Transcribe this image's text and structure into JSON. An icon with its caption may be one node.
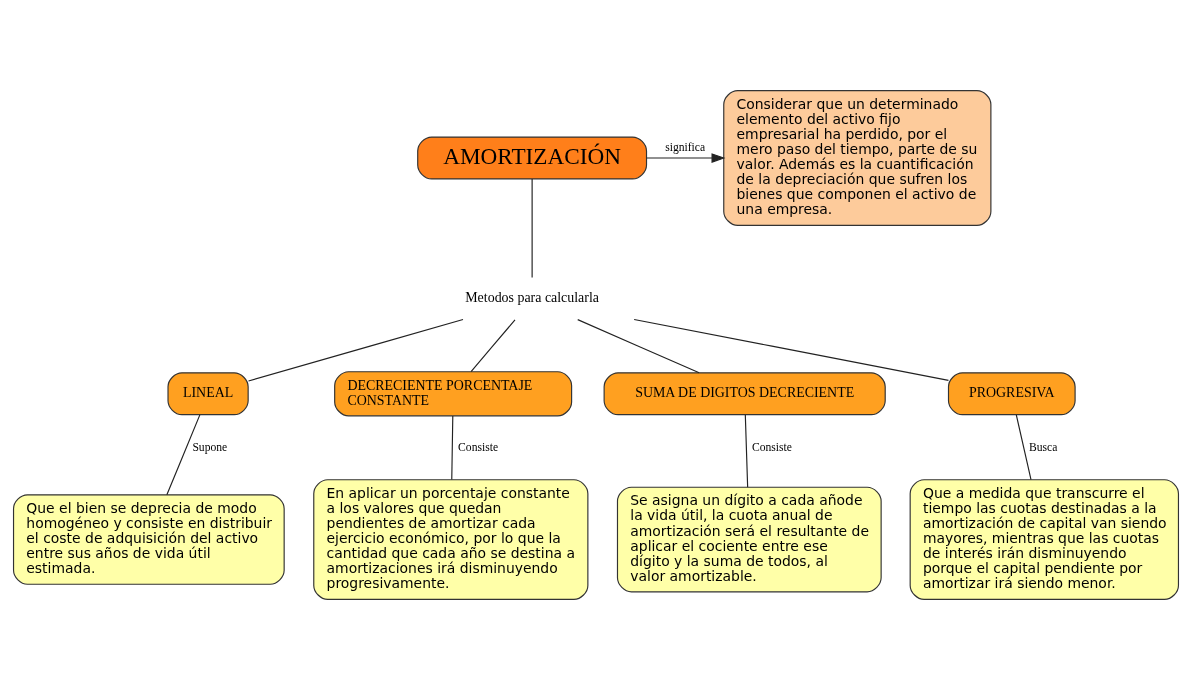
{
  "diagram": {
    "nodes": [
      {
        "text": [
          "AMORTIZACIÓN"
        ]
      },
      {
        "text": [
          "Considerar que un determinado elemento del activo fijo empresarial ha perdido, por el mero paso del tiempo, parte de su valor. Además es la cuantificación de la depreciación que sufren los bienes que componen el activo de una empresa."
        ]
      },
      {
        "text": [
          "Metodos para calcularla"
        ]
      },
      {
        "text": [
          "LINEAL"
        ]
      },
      {
        "text": [
          "DECRECIENTE PORCENTAJE CONSTANTE"
        ]
      },
      {
        "text": [
          "SUMA DE DIGITOS DECRECIENTE"
        ]
      },
      {
        "text": [
          "PROGRESIVA"
        ]
      },
      {
        "text": [
          "Que el bien se deprecia de modo homogéneo y consiste en distribuir el coste de adquisición del activo entre sus años de vida útil estimada."
        ]
      },
      {
        "text": [
          "En aplicar un porcentaje constante a los valores que quedan pendientes de amortizar cada ejercicio económico, por lo que la cantidad que cada año se destina a amortizaciones irá disminuyendo progresivamente."
        ]
      },
      {
        "text": [
          "Se asigna un dígito a cada añode la vida útil, la cuota anual de amortización será el resultante de aplicar el cociente entre ese dígito y la suma de todos, al valor amortizable."
        ]
      },
      {
        "text": [
          "Que a medida que transcurre el tiempo las cuotas destinadas a la amortización de capital van siendo mayores, mientras que las cuotas de interés irán disminuyendo porque el capital pendiente por amortizar irá siendo menor."
        ]
      }
    ],
    "edges": [
      {
        "from": 0,
        "to": 1,
        "arrow": "to",
        "label": "significa"
      },
      {
        "from": 0,
        "to": 2,
        "arrow": "none"
      },
      {
        "from": 2,
        "to": 3,
        "arrow": "none"
      },
      {
        "from": 2,
        "to": 4,
        "arrow": "none"
      },
      {
        "from": 2,
        "to": 5,
        "arrow": "none"
      },
      {
        "from": 2,
        "to": 6,
        "arrow": "none"
      },
      {
        "from": 3,
        "to": 7,
        "arrow": "none",
        "label": "Supone"
      },
      {
        "from": 4,
        "to": 8,
        "arrow": "none",
        "label": "Consiste"
      },
      {
        "from": 5,
        "to": 9,
        "arrow": "none",
        "label": "Consiste"
      },
      {
        "from": 6,
        "to": 10,
        "arrow": "none",
        "label": "Busca"
      }
    ]
  }
}
